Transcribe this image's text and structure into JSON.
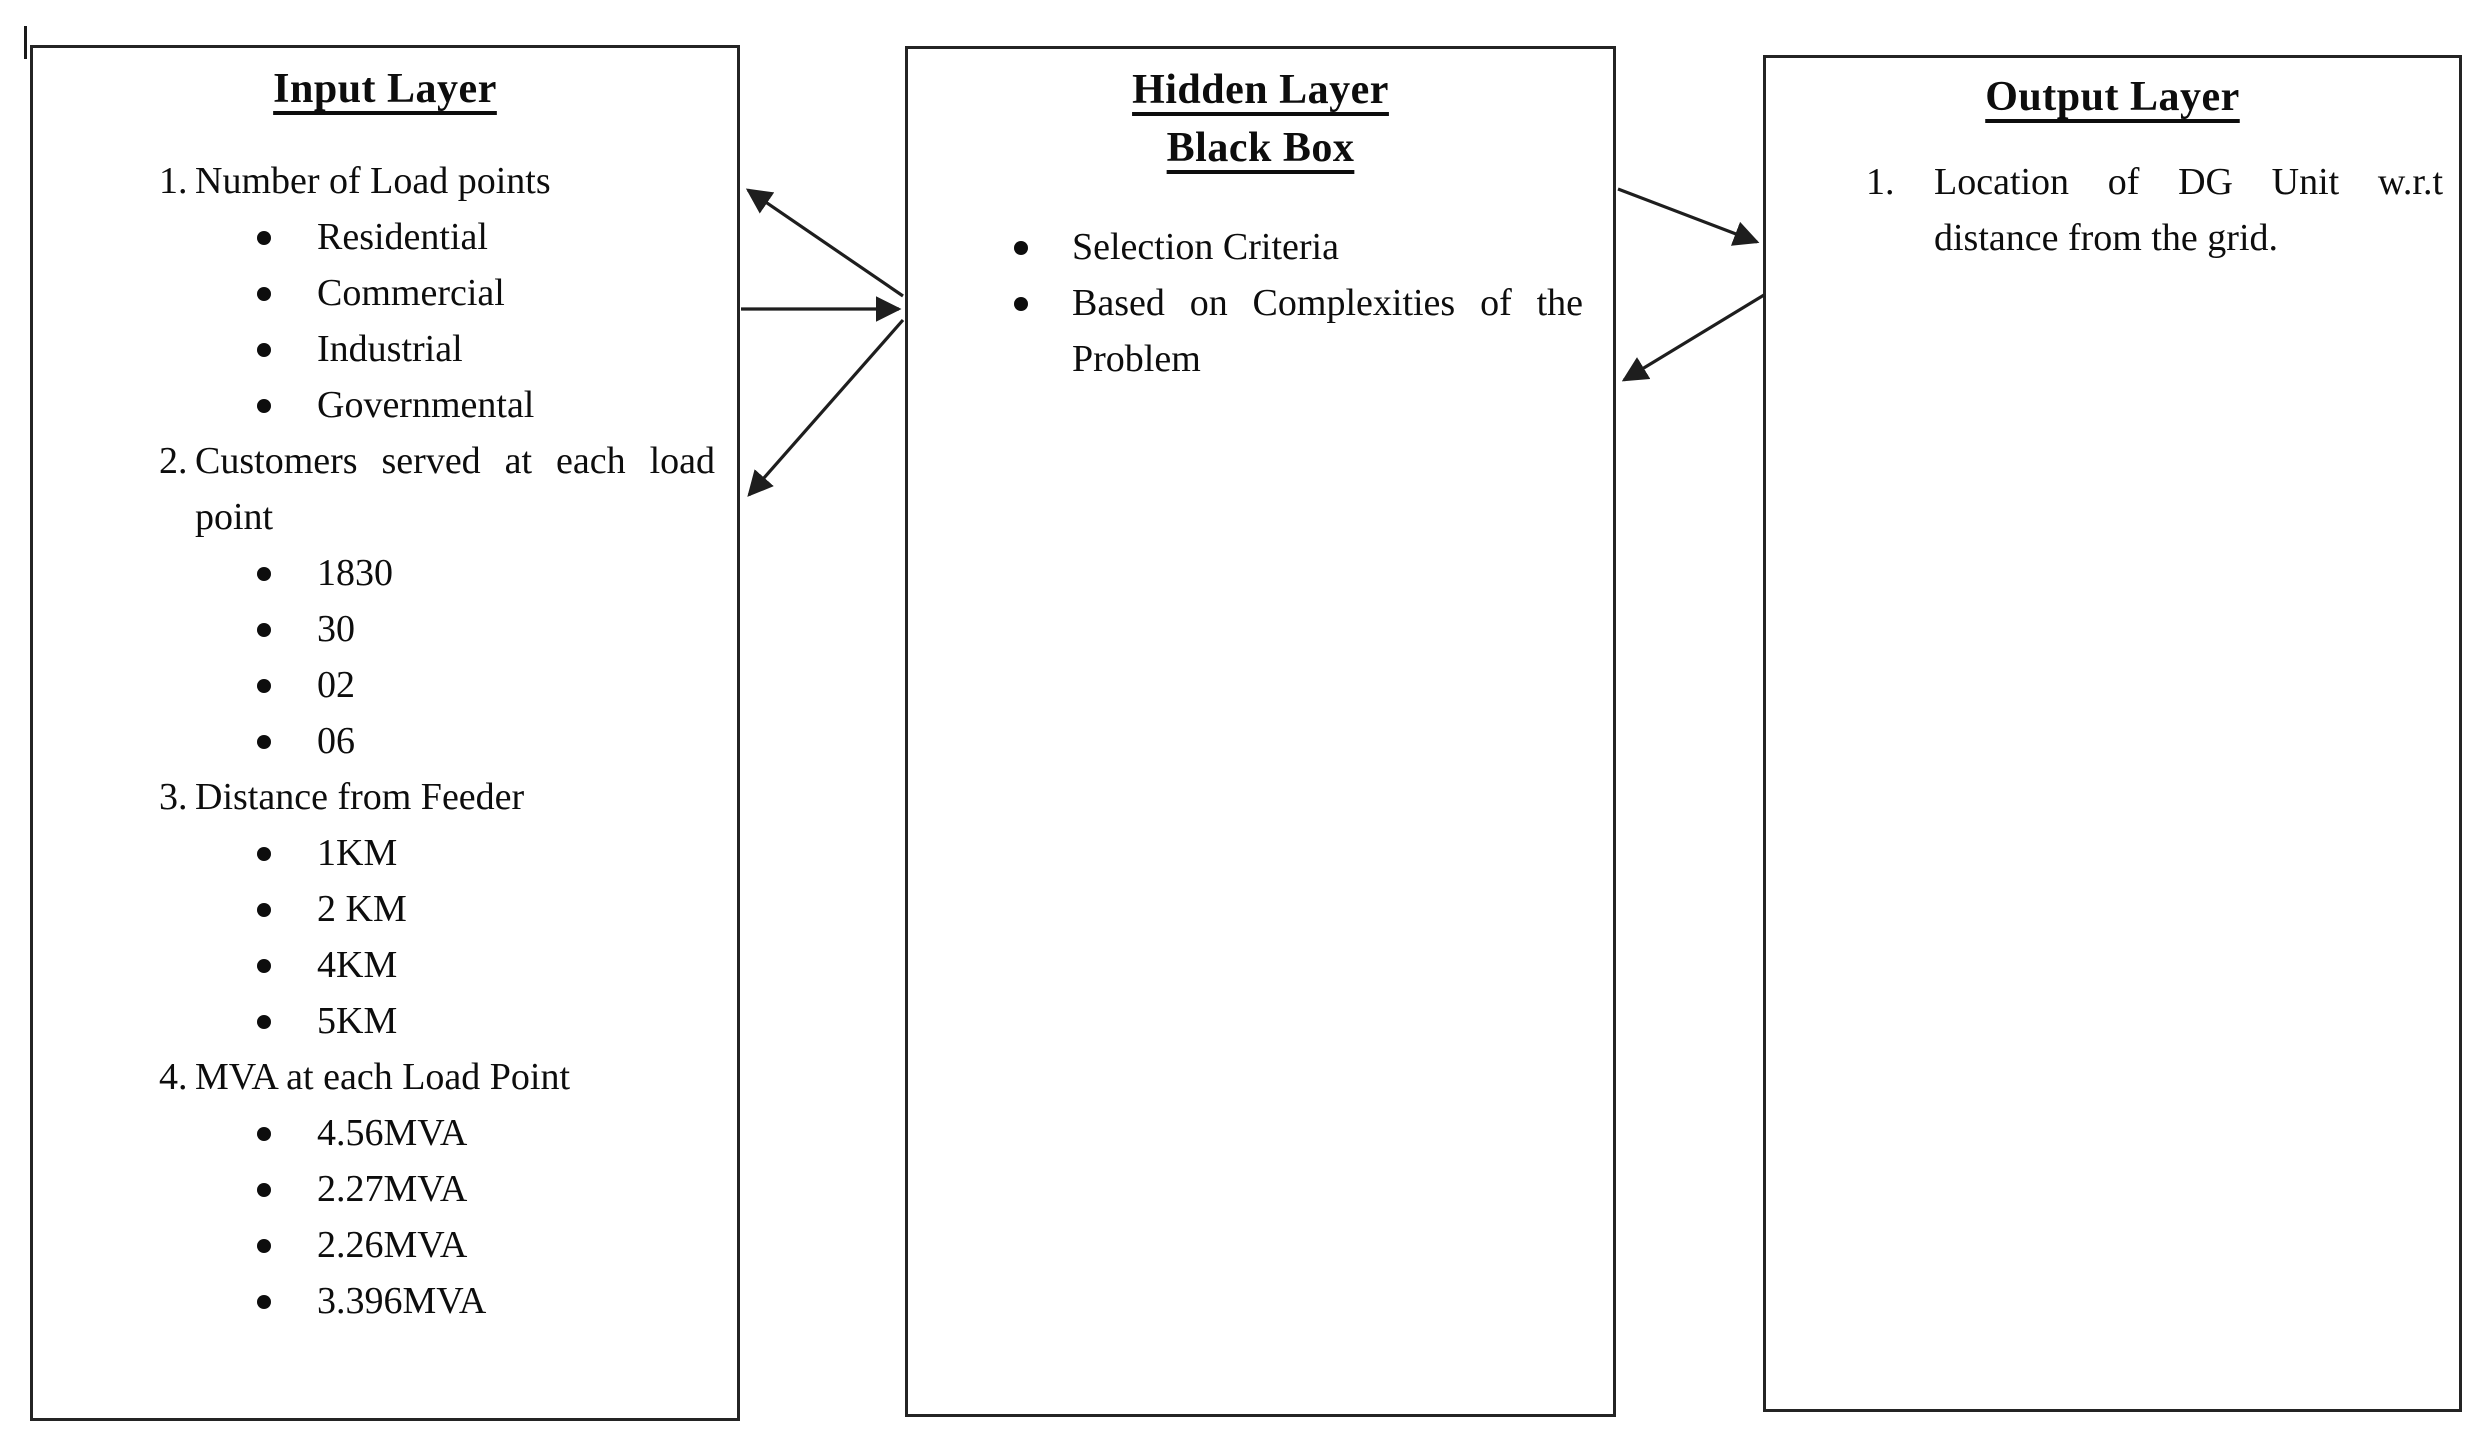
{
  "page": {
    "background": "#ffffff",
    "ink": "#0d0d0d"
  },
  "input_layer": {
    "title": "Input Layer",
    "items": [
      {
        "number": "1.",
        "text": "Number of Load points",
        "bullets": [
          "Residential",
          "Commercial",
          "Industrial",
          "Governmental"
        ]
      },
      {
        "number": "2.",
        "text": "Customers served at each load point",
        "bullets": [
          "1830",
          "30",
          "02",
          "06"
        ]
      },
      {
        "number": "3.",
        "text": "Distance from Feeder",
        "bullets": [
          "1KM",
          "2 KM",
          "4KM",
          "5KM"
        ]
      },
      {
        "number": "4.",
        "text": "MVA at each Load Point",
        "bullets": [
          "4.56MVA",
          "2.27MVA",
          "2.26MVA",
          "3.396MVA"
        ]
      }
    ]
  },
  "hidden_layer": {
    "title": "Hidden Layer",
    "subtitle": "Black Box",
    "bullets": [
      "Selection Criteria",
      "Based on Complexities of the Problem"
    ]
  },
  "output_layer": {
    "title": "Output Layer",
    "items": [
      {
        "number": "1.",
        "text": "Location of DG Unit w.r.t distance from the grid."
      }
    ]
  },
  "connections": [
    {
      "from": "hidden_layer",
      "to": "input_layer",
      "position": "upper"
    },
    {
      "from": "input_layer",
      "to": "hidden_layer",
      "position": "middle"
    },
    {
      "from": "hidden_layer",
      "to": "input_layer",
      "position": "lower"
    },
    {
      "from": "hidden_layer",
      "to": "output_layer",
      "position": "upper"
    },
    {
      "from": "output_layer",
      "to": "hidden_layer",
      "position": "lower"
    }
  ]
}
